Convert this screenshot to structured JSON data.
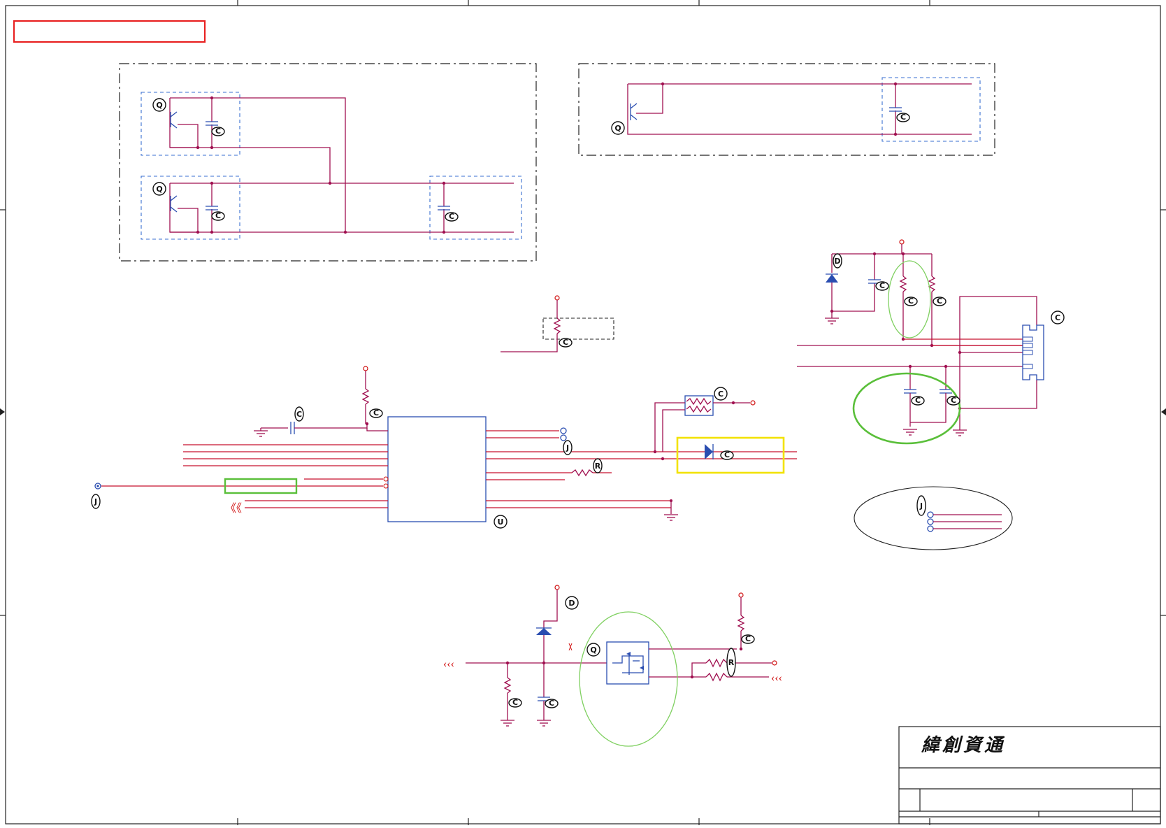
{
  "title_block": {
    "company": "緯創資通"
  },
  "tags": {
    "q_top_1": "Q",
    "q_top_2": "Q",
    "q_right": "Q",
    "conn": "C",
    "fuse": "C",
    "ic": "U",
    "mosfet": "Q",
    "zener_top": "D",
    "zener_bottom": "D",
    "cap_small": "C",
    "res_small": "R",
    "pin": "J",
    "mark": "C"
  },
  "colors": {
    "wire": "#a01050",
    "net": "#c8102e",
    "component": "#2a4db0",
    "highlight_red": "#e82020",
    "highlight_green": "#5abf3a",
    "highlight_yellow": "#f2e200",
    "ellipse_light_green": "#7fd060"
  }
}
